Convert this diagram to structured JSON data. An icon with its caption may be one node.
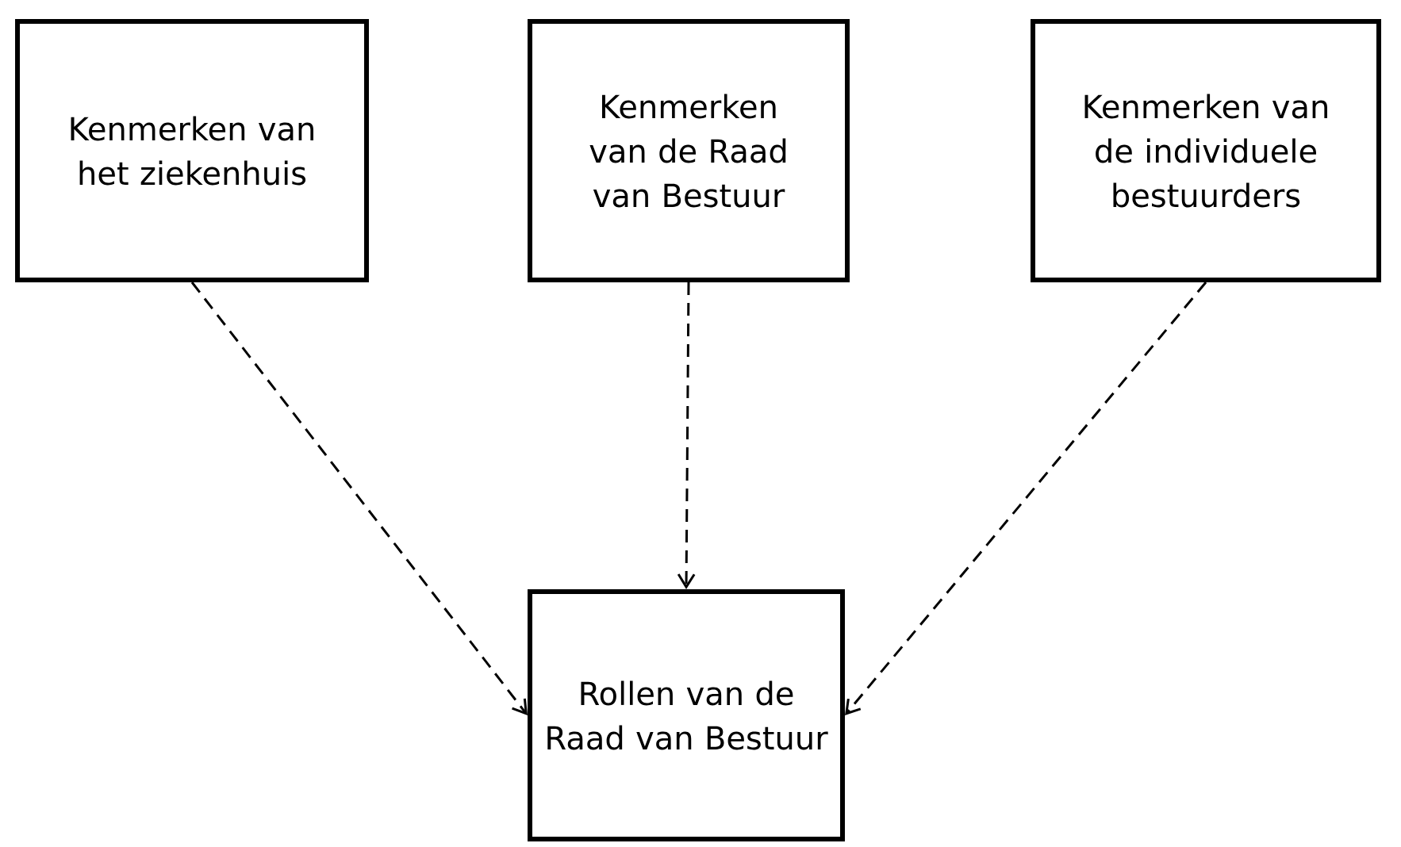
{
  "diagram": {
    "nodes": [
      {
        "text": [
          "Kenmerken van het ziekenhuis"
        ]
      },
      {
        "text": [
          "Kenmerken van de Raad van Bestuur"
        ]
      },
      {
        "text": [
          "Kenmerken van de individuele bestuurders"
        ]
      },
      {
        "text": [
          "Rollen van de Raad van Bestuur"
        ]
      }
    ],
    "edges": [
      {
        "from": 0,
        "to": 3,
        "arrow": "to",
        "style": "dashed"
      },
      {
        "from": 1,
        "to": 3,
        "arrow": "to",
        "style": "dashed"
      },
      {
        "from": 2,
        "to": 3,
        "arrow": "to",
        "style": "dashed"
      }
    ]
  }
}
